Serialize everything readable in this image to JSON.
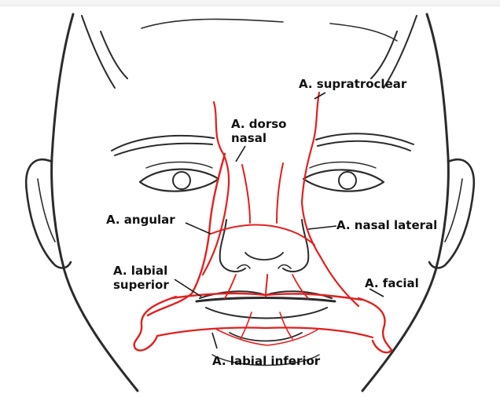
{
  "labels": {
    "supratroclear": "A. supratroclear",
    "dorso_line1": "A. dorso",
    "dorso_line2": "nasal",
    "angular": "A. angular",
    "nasal_lateral": "A. nasal lateral",
    "labial_superior_line1": "A. labial",
    "labial_superior_line2": "superior",
    "facial": "A. facial",
    "labial_inferior": "A. labial inferior"
  },
  "colors": {
    "vessel": "#e1201f",
    "outline": "#2b2b2b",
    "label": "#111111"
  }
}
